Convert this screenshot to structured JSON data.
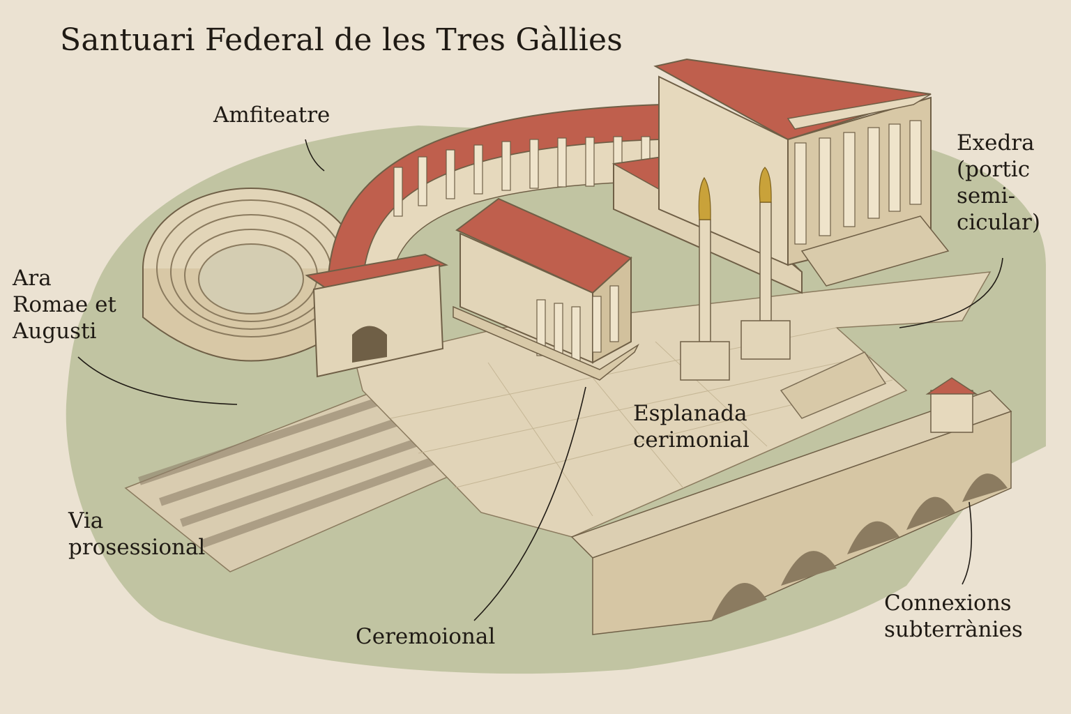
{
  "title": "Santuari Federal de les Tres Gàllies",
  "labels": {
    "amfiteatre": "Amfiteatre",
    "exedra": "Exedra\n(portic\nsemi-\ncicular)",
    "ara": "Ara\nRomae et\nAugusti",
    "esplanada": "Esplanada\ncerimonial",
    "via": "Via\nprosessional",
    "ceremoional": "Ceremoional",
    "connexions": "Connexions\nsubterrànies"
  },
  "colors": {
    "background": "#ebe2d2",
    "grass": "#b3ba92",
    "stone": "#e6d9bd",
    "stone_shadow": "#cdbd9c",
    "roof": "#bf5f4d",
    "gold": "#c9a23a",
    "ink": "#1f1a14"
  }
}
